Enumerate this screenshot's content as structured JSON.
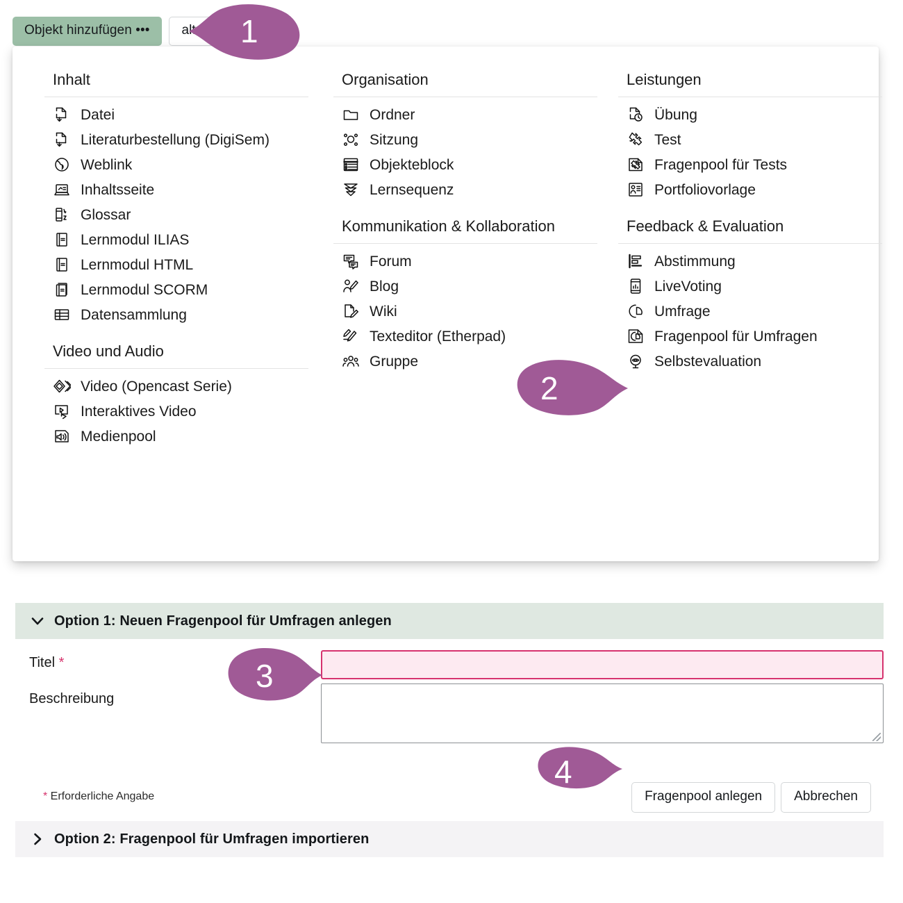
{
  "toolbar": {
    "add_button": "Objekt hinzufügen •••",
    "manage_button": "alten"
  },
  "panel": {
    "columns": [
      {
        "id": "column-1",
        "groups": [
          {
            "title": "Inhalt",
            "items": [
              {
                "label": "Datei",
                "icon": "file-download-icon"
              },
              {
                "label": "Literaturbestellung (DigiSem)",
                "icon": "file-download-icon"
              },
              {
                "label": "Weblink",
                "icon": "globe-icon"
              },
              {
                "label": "Inhaltsseite",
                "icon": "content-page-icon"
              },
              {
                "label": "Glossar",
                "icon": "glossary-az-icon"
              },
              {
                "label": "Lernmodul ILIAS",
                "icon": "learning-module-icon"
              },
              {
                "label": "Lernmodul HTML",
                "icon": "learning-module-icon"
              },
              {
                "label": "Lernmodul SCORM",
                "icon": "learning-module-stack-icon"
              },
              {
                "label": "Datensammlung",
                "icon": "table-icon"
              }
            ]
          },
          {
            "title": "Video und Audio",
            "items": [
              {
                "label": "Video (Opencast Serie)",
                "icon": "video-series-icon"
              },
              {
                "label": "Interaktives Video",
                "icon": "interactive-video-icon"
              },
              {
                "label": "Medienpool",
                "icon": "media-pool-speaker-icon"
              }
            ]
          }
        ]
      },
      {
        "id": "column-2",
        "groups": [
          {
            "title": "Organisation",
            "items": [
              {
                "label": "Ordner",
                "icon": "folder-icon"
              },
              {
                "label": "Sitzung",
                "icon": "session-nodes-icon"
              },
              {
                "label": "Objekteblock",
                "icon": "object-block-icon"
              },
              {
                "label": "Lernsequenz",
                "icon": "learning-sequence-icon"
              }
            ]
          },
          {
            "title": "Kommunikation & Kollaboration",
            "items": [
              {
                "label": "Forum",
                "icon": "forum-icon"
              },
              {
                "label": "Blog",
                "icon": "blog-icon"
              },
              {
                "label": "Wiki",
                "icon": "wiki-icon"
              },
              {
                "label": "Texteditor (Etherpad)",
                "icon": "etherpad-icon"
              },
              {
                "label": "Gruppe",
                "icon": "group-icon"
              }
            ]
          }
        ]
      },
      {
        "id": "column-3",
        "groups": [
          {
            "title": "Leistungen",
            "items": [
              {
                "label": "Übung",
                "icon": "exercise-clock-icon"
              },
              {
                "label": "Test",
                "icon": "puzzle-icon"
              },
              {
                "label": "Fragenpool für Tests",
                "icon": "puzzle-pool-icon"
              },
              {
                "label": "Portfoliovorlage",
                "icon": "portfolio-template-icon"
              }
            ]
          },
          {
            "title": "Feedback & Evaluation",
            "items": [
              {
                "label": "Abstimmung",
                "icon": "poll-bars-icon"
              },
              {
                "label": "LiveVoting",
                "icon": "livevoting-phone-icon"
              },
              {
                "label": "Umfrage",
                "icon": "survey-pie-icon"
              },
              {
                "label": "Fragenpool für Umfragen",
                "icon": "survey-pool-icon"
              },
              {
                "label": "Selbstevaluation",
                "icon": "self-evaluation-eye-icon"
              }
            ]
          }
        ]
      }
    ]
  },
  "form": {
    "option1_header": "Option 1: Neuen Fragenpool für Umfragen anlegen",
    "option2_header": "Option 2: Fragenpool für Umfragen importieren",
    "title_label": "Titel",
    "title_required_marker": "*",
    "title_value": "",
    "description_label": "Beschreibung",
    "description_value": "",
    "required_marker": "*",
    "required_note": " Erforderliche Angabe",
    "submit_button": "Fragenpool anlegen",
    "cancel_button": "Abbrechen"
  },
  "callouts": [
    {
      "number": "1"
    },
    {
      "number": "2"
    },
    {
      "number": "3"
    },
    {
      "number": "4"
    }
  ],
  "colors": {
    "accent_green": "#9cbfa7",
    "callout_purple": "#a05a96",
    "required_pink": "#d6336c",
    "input_error_bg": "#fdeaf1",
    "input_error_border": "#d6326e",
    "accordion_open_bg": "#dfe8e1",
    "accordion_closed_bg": "#f4f3f5"
  }
}
